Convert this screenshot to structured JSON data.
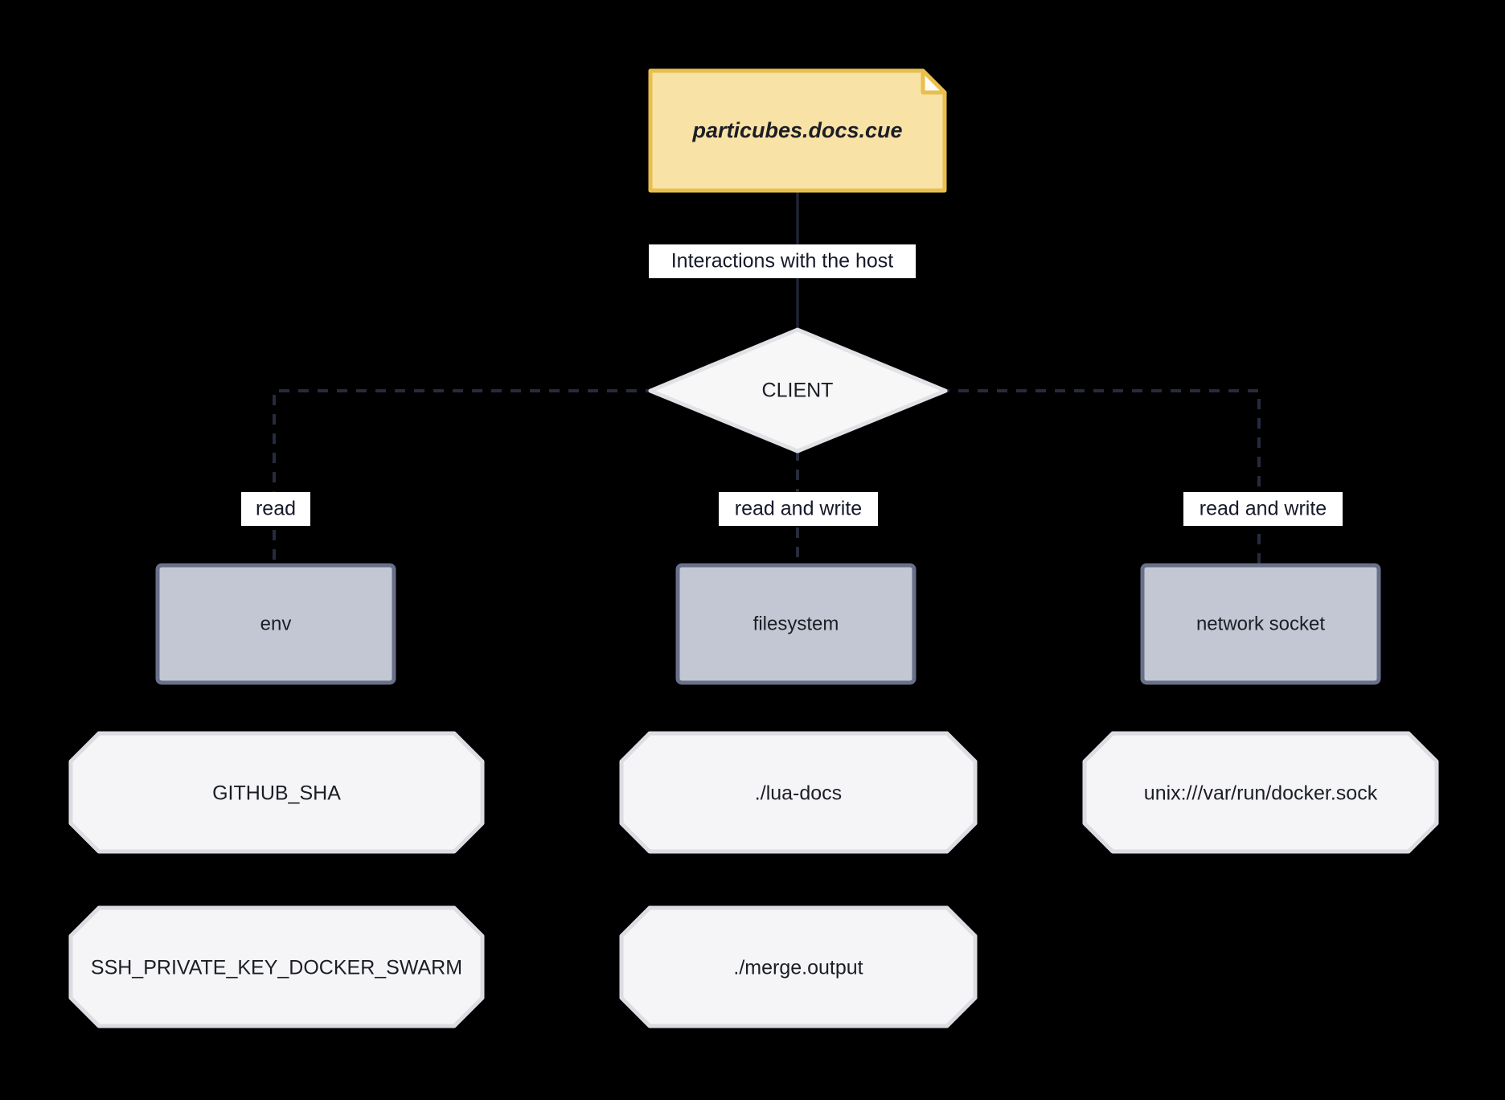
{
  "diagram": {
    "title_node": {
      "id": "note",
      "label": "particubes.docs.cue",
      "shape": "note",
      "fill": "#f9e2a6",
      "stroke": "#e8bf4d"
    },
    "decision_node": {
      "id": "client",
      "label": "CLIENT",
      "shape": "diamond",
      "fill": "#f7f7f8",
      "stroke": "#e2e2e6"
    },
    "edges": [
      {
        "from": "note",
        "to": "client",
        "label": "Interactions with the host",
        "style": "solid"
      },
      {
        "from": "client",
        "to": "env",
        "label": "read",
        "style": "dashed"
      },
      {
        "from": "client",
        "to": "filesystem",
        "label": "read and write",
        "style": "dashed"
      },
      {
        "from": "client",
        "to": "network-socket",
        "label": "read and write",
        "style": "dashed"
      }
    ],
    "resource_nodes": [
      {
        "id": "env",
        "label": "env",
        "shape": "rect",
        "fill": "#c2c7d3",
        "stroke": "#697089"
      },
      {
        "id": "filesystem",
        "label": "filesystem",
        "shape": "rect",
        "fill": "#c2c7d3",
        "stroke": "#697089"
      },
      {
        "id": "network-socket",
        "label": "network socket",
        "shape": "rect",
        "fill": "#c2c7d3",
        "stroke": "#697089"
      }
    ],
    "value_nodes": [
      {
        "id": "github-sha",
        "label": "GITHUB_SHA",
        "shape": "octagon",
        "column": "env"
      },
      {
        "id": "ssh-private-key",
        "label": "SSH_PRIVATE_KEY_DOCKER_SWARM",
        "shape": "octagon",
        "column": "env"
      },
      {
        "id": "lua-docs",
        "label": "./lua-docs",
        "shape": "octagon",
        "column": "filesystem"
      },
      {
        "id": "merge-output",
        "label": "./merge.output",
        "shape": "octagon",
        "column": "filesystem"
      },
      {
        "id": "docker-sock",
        "label": "unix:///var/run/docker.sock",
        "shape": "octagon",
        "column": "network-socket"
      }
    ],
    "colors": {
      "background": "#000000",
      "note_fill": "#f9e2a6",
      "note_stroke": "#e8bf4d",
      "resource_fill": "#c2c7d3",
      "resource_stroke": "#697089",
      "value_fill": "#f5f5f7",
      "value_stroke": "#dcdce2",
      "edge_solid": "#1f2333",
      "edge_dashed": "#262b3d",
      "label_bg": "#ffffff",
      "text": "#1c1e26"
    }
  }
}
